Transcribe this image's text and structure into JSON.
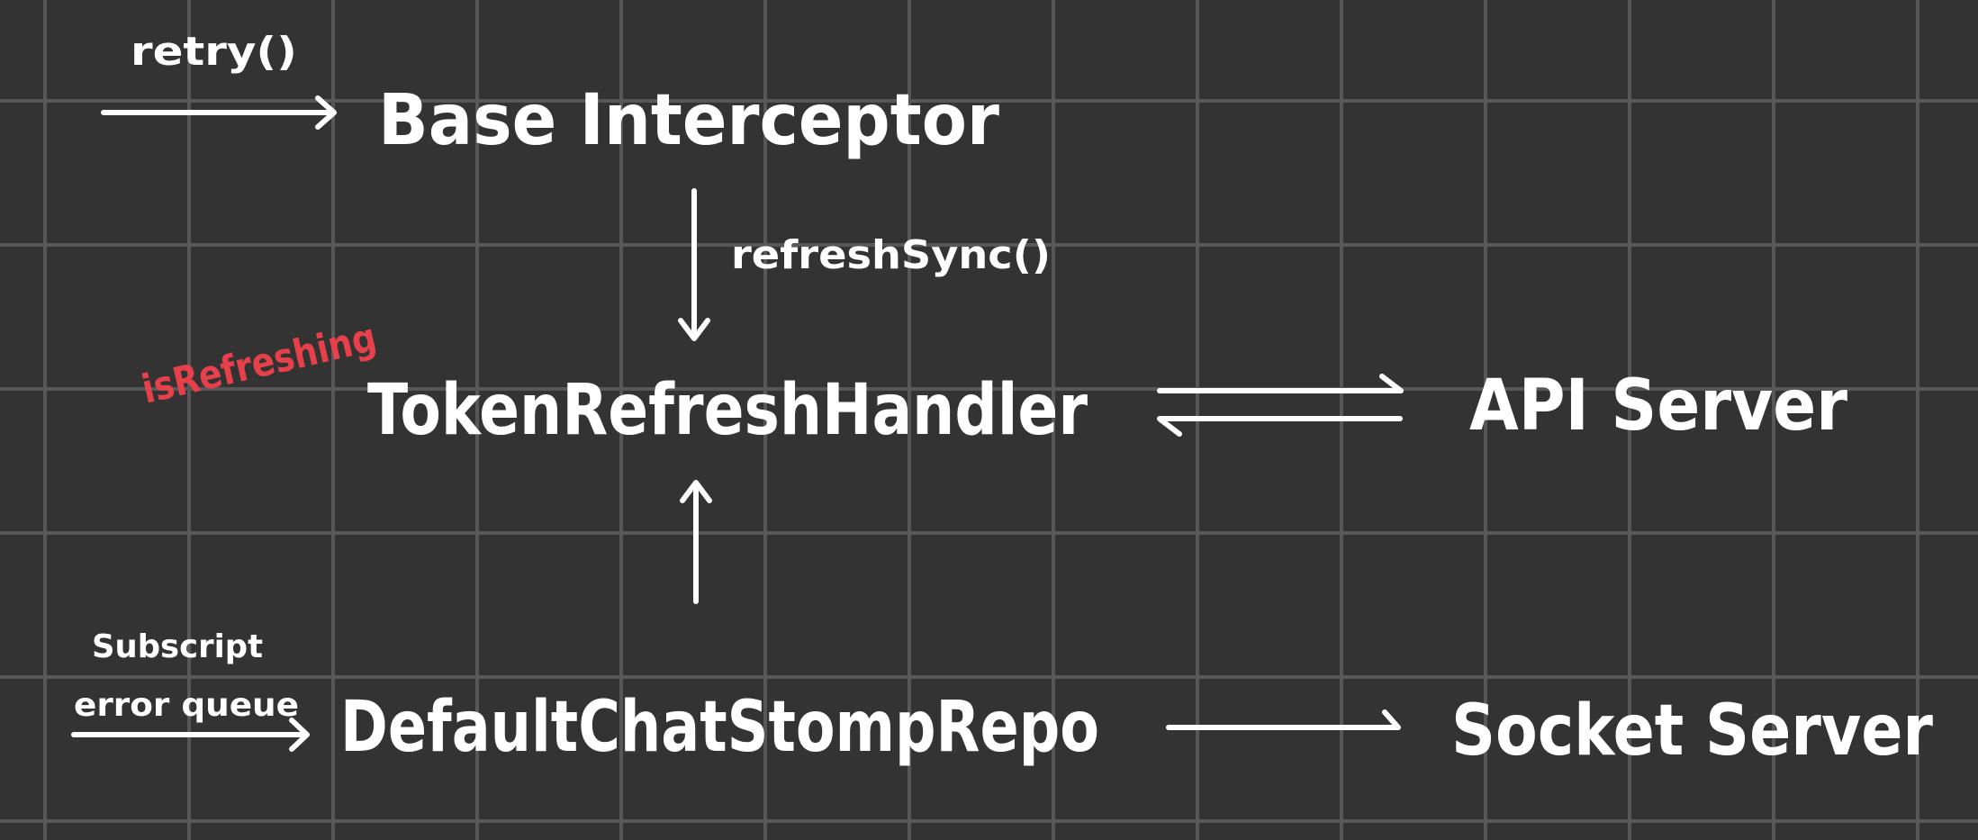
{
  "colors": {
    "background": "#333333",
    "grid": "#575757",
    "ink": "#ffffff",
    "accent": "#e8404a"
  },
  "nodes": {
    "base_interceptor": "Base Interceptor",
    "token_refresh_handler": "TokenRefreshHandler",
    "api_server": "API Server",
    "default_chat_stomp_repo": "DefaultChatStompRepo",
    "socket_server": "Socket Server"
  },
  "labels": {
    "retry": "retry()",
    "refresh_sync": "refreshSync()",
    "is_refreshing": "isRefreshing",
    "subscript": "Subscript",
    "error_queue": "error queue"
  }
}
